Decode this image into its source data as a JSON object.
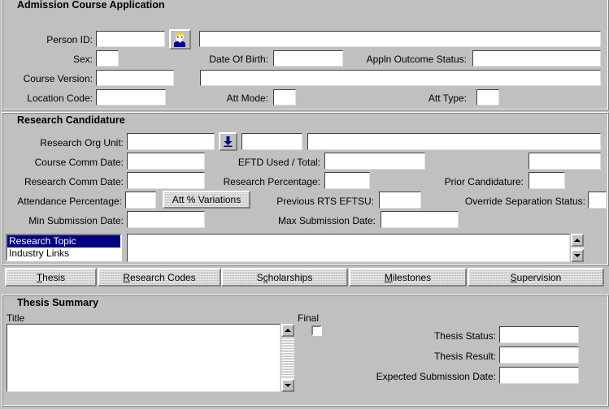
{
  "theme": {
    "face": "#c0c0c0",
    "field_bg": "#ffffff",
    "shadow": "#808080",
    "highlight": "#ffffff",
    "selection_bg": "#000080",
    "selection_fg": "#ffffff",
    "icon_navy": "#000080",
    "icon_hair": "#ffd800",
    "icon_skin": "#ffffff",
    "icon_shirt": "#0000a0"
  },
  "admission": {
    "title": "Admission Course Application",
    "person_id": {
      "label": "Person ID:",
      "value": "",
      "placeholder": ""
    },
    "person_lookup_icon": "person-icon",
    "person_name": {
      "value": "",
      "placeholder": ""
    },
    "sex": {
      "label": "Sex:",
      "value": "",
      "placeholder": ""
    },
    "date_of_birth": {
      "label": "Date Of Birth:",
      "value": "",
      "placeholder": ""
    },
    "appln_outcome_status": {
      "label": "Appln Outcome Status:",
      "value": "",
      "placeholder": ""
    },
    "course_version": {
      "label": "Course Version:",
      "value": "",
      "placeholder": ""
    },
    "course_name": {
      "value": "",
      "placeholder": ""
    },
    "location_code": {
      "label": "Location Code:",
      "value": "",
      "placeholder": ""
    },
    "att_mode": {
      "label": "Att Mode:",
      "value": "",
      "placeholder": ""
    },
    "att_type": {
      "label": "Att Type:",
      "value": "",
      "placeholder": ""
    }
  },
  "research": {
    "title": "Research Candidature",
    "research_org_unit": {
      "label": "Research Org Unit:",
      "value": "",
      "placeholder": ""
    },
    "org_unit_dropdown_icon": "down-arrow-icon",
    "research_org_unit_code": {
      "value": "",
      "placeholder": ""
    },
    "research_org_unit_name": {
      "value": "",
      "placeholder": ""
    },
    "course_comm_date": {
      "label": "Course Comm Date:",
      "value": "",
      "placeholder": ""
    },
    "eftd_used_total": {
      "label": "EFTD Used / Total:",
      "used": "",
      "total": ""
    },
    "research_comm_date": {
      "label": "Research Comm Date:",
      "value": "",
      "placeholder": ""
    },
    "research_percentage": {
      "label": "Research Percentage:",
      "value": "",
      "placeholder": ""
    },
    "prior_candidature": {
      "label": "Prior Candidature:",
      "value": "",
      "placeholder": ""
    },
    "attendance_percentage": {
      "label": "Attendance Percentage:",
      "value": "",
      "placeholder": ""
    },
    "att_variations_button": {
      "label": "Att % Variations"
    },
    "previous_rts_eftsu": {
      "label": "Previous RTS EFTSU:",
      "value": "",
      "placeholder": ""
    },
    "override_separation_status": {
      "label": "Override Separation Status:",
      "value": "",
      "placeholder": ""
    },
    "min_submission_date": {
      "label": "Min Submission Date:",
      "value": "",
      "placeholder": ""
    },
    "max_submission_date": {
      "label": "Max Submission Date:",
      "value": "",
      "placeholder": ""
    },
    "topic_list": {
      "items": [
        {
          "label": "Research Topic",
          "selected": true
        },
        {
          "label": "Industry Links",
          "selected": false
        }
      ]
    },
    "topic_detail": {
      "value": "",
      "placeholder": ""
    },
    "topic_scroll": {
      "up_icon": "scroll-up-icon",
      "down_icon": "scroll-down-icon"
    }
  },
  "tab_buttons": [
    {
      "label": "Thesis",
      "accel": "T",
      "pre": "",
      "post": "hesis"
    },
    {
      "label": "Research Codes",
      "accel": "R",
      "pre": "",
      "post": "esearch Codes"
    },
    {
      "label": "Scholarships",
      "accel": "c",
      "pre": "S",
      "post": "holarships"
    },
    {
      "label": "Milestones",
      "accel": "M",
      "pre": "",
      "post": "ilestones"
    },
    {
      "label": "Supervision",
      "accel": "S",
      "pre": "",
      "post": "upervision"
    }
  ],
  "thesis": {
    "title": "Thesis Summary",
    "title_field_label": "Title",
    "title_value": "",
    "title_scroll": {
      "up_icon": "scroll-up-icon",
      "down_icon": "scroll-down-icon"
    },
    "final": {
      "label": "Final",
      "checked": false
    },
    "thesis_status": {
      "label": "Thesis Status:",
      "value": "",
      "placeholder": ""
    },
    "thesis_result": {
      "label": "Thesis Result:",
      "value": "",
      "placeholder": ""
    },
    "expected_submission_date": {
      "label": "Expected Submission Date:",
      "value": "",
      "placeholder": ""
    }
  }
}
